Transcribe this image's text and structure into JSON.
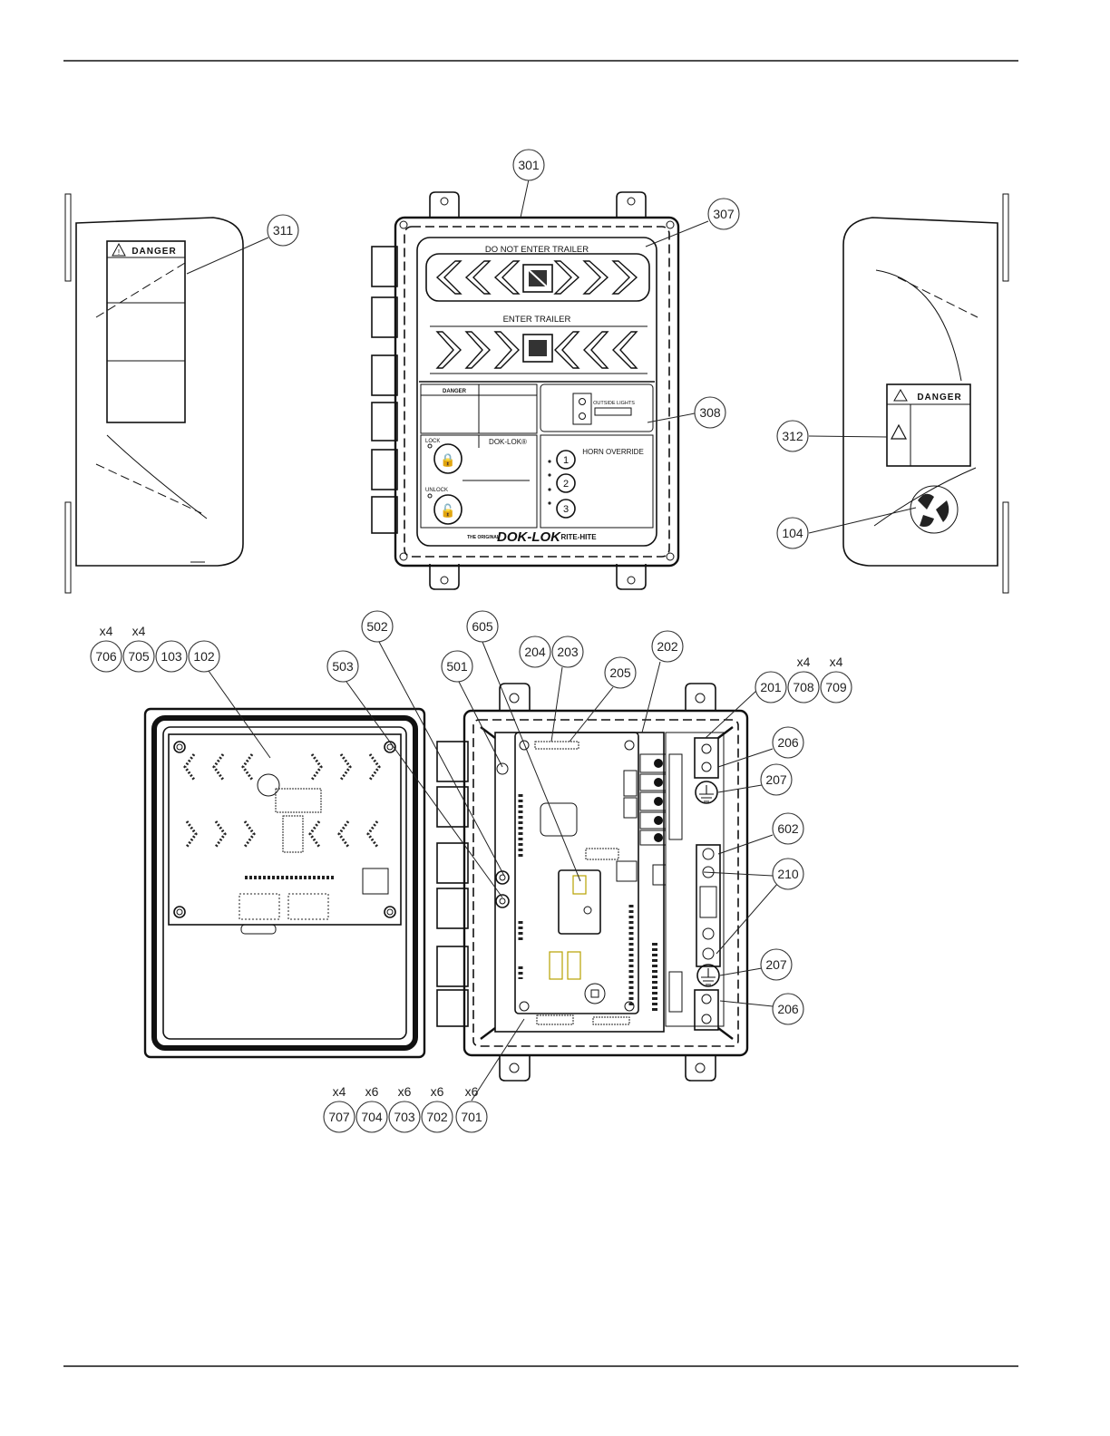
{
  "front_panel": {
    "do_not_enter": "DO NOT ENTER TRAILER",
    "enter": "ENTER TRAILER",
    "danger_small": "DANGER",
    "outside_lights": "OUTSIDE LIGHTS",
    "lock": "LOCK",
    "unlock": "UNLOCK",
    "dok_lok_mark": "DOK-LOK®",
    "horn_override": "HORN OVERRIDE",
    "horn_buttons": [
      "1",
      "2",
      "3"
    ],
    "brand_prefix": "THE ORIGINAL",
    "brand": "DOK-LOK",
    "maker": "RITE-HITE"
  },
  "side_labels": {
    "left_danger": "DANGER",
    "right_danger": "DANGER"
  },
  "callouts": {
    "c301": "301",
    "c307": "307",
    "c311": "311",
    "c308": "308",
    "c312": "312",
    "c104": "104",
    "c706": "706",
    "c705": "705",
    "c103": "103",
    "c102": "102",
    "c502": "502",
    "c503": "503",
    "c605": "605",
    "c501": "501",
    "c204": "204",
    "c203": "203",
    "c205": "205",
    "c202": "202",
    "c201": "201",
    "c708": "708",
    "c709": "709",
    "c206a": "206",
    "c207a": "207",
    "c602": "602",
    "c210": "210",
    "c207b": "207",
    "c206b": "206",
    "c707": "707",
    "c704": "704",
    "c703": "703",
    "c702": "702",
    "c701": "701"
  },
  "quantities": {
    "q706": "x4",
    "q705": "x4",
    "q708": "x4",
    "q709": "x4",
    "q707": "x4",
    "q704": "x6",
    "q703": "x6",
    "q702": "x6",
    "q701": "x6"
  }
}
